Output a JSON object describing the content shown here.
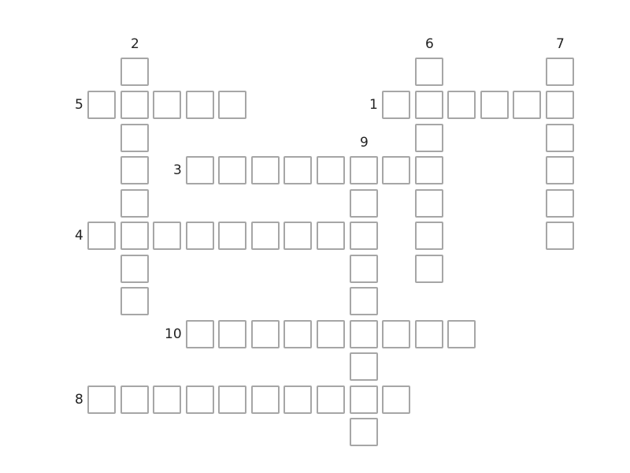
{
  "puzzle": {
    "type": "crossword",
    "grid": {
      "col_x": [
        111,
        153,
        194,
        236,
        277,
        319,
        360,
        402,
        444,
        485,
        527,
        568,
        610,
        651,
        693
      ],
      "row_y": [
        73,
        115,
        157,
        198,
        240,
        281,
        323,
        364,
        406,
        447,
        489,
        530
      ]
    },
    "colors": {
      "cell_border": "#a6a6a6",
      "cell_fill": "#ffffff",
      "number": "#222222"
    },
    "words": [
      {
        "number": "1",
        "direction": "across",
        "row": 1,
        "col": 9,
        "length": 6
      },
      {
        "number": "2",
        "direction": "down",
        "row": 0,
        "col": 1,
        "length": 8
      },
      {
        "number": "3",
        "direction": "across",
        "row": 3,
        "col": 3,
        "length": 8
      },
      {
        "number": "4",
        "direction": "across",
        "row": 5,
        "col": 0,
        "length": 9
      },
      {
        "number": "5",
        "direction": "across",
        "row": 1,
        "col": 0,
        "length": 5
      },
      {
        "number": "6",
        "direction": "down",
        "row": 0,
        "col": 10,
        "length": 7
      },
      {
        "number": "7",
        "direction": "down",
        "row": 0,
        "col": 14,
        "length": 6
      },
      {
        "number": "8",
        "direction": "across",
        "row": 10,
        "col": 0,
        "length": 10
      },
      {
        "number": "9",
        "direction": "down",
        "row": 3,
        "col": 8,
        "length": 9
      },
      {
        "number": "10",
        "direction": "across",
        "row": 8,
        "col": 3,
        "length": 9
      }
    ]
  }
}
